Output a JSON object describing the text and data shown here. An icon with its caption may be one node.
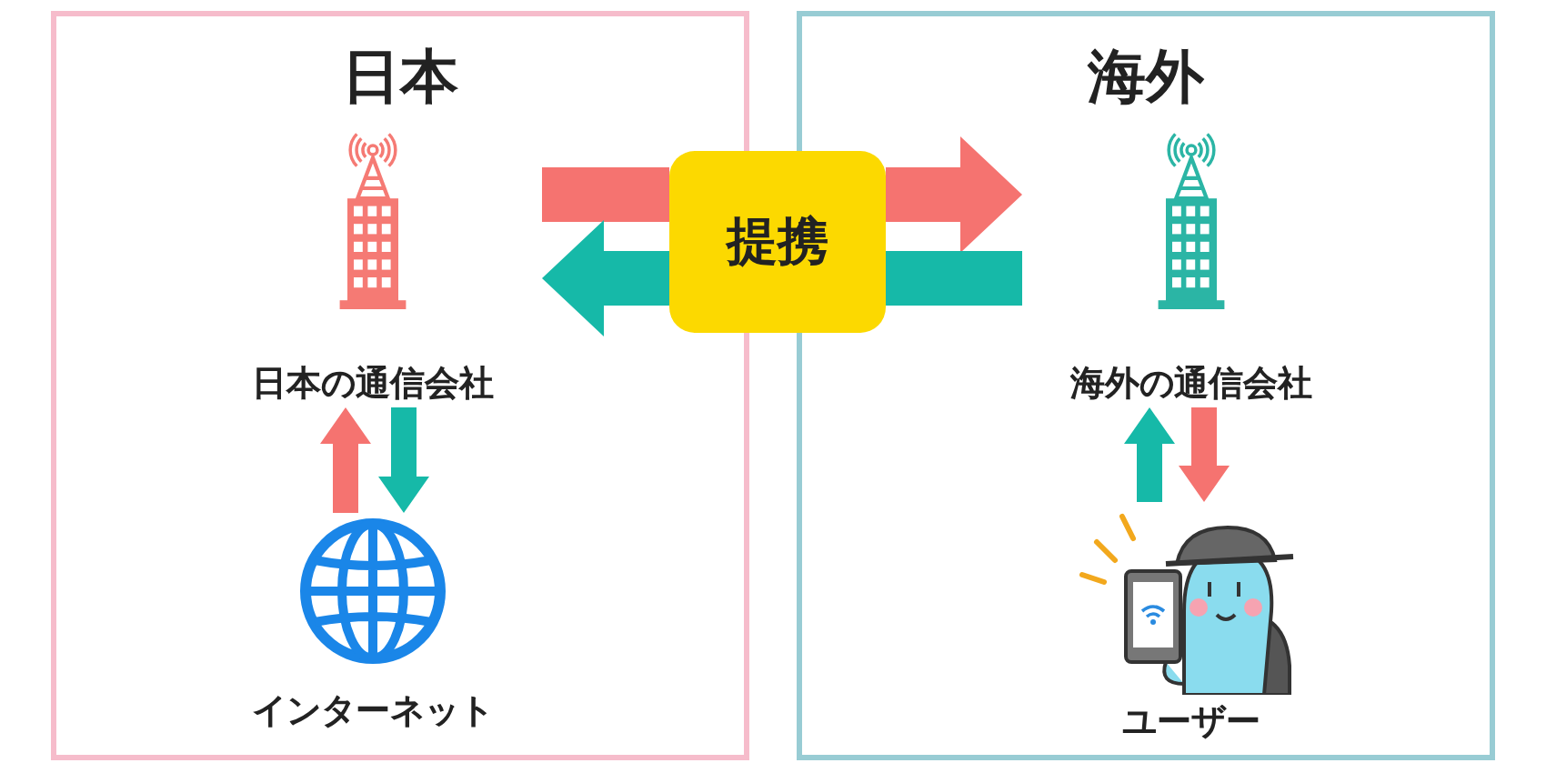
{
  "diagram": {
    "nodes": [
      {
        "text": [
          "日本"
        ]
      },
      {
        "text": [
          "日本の通信会社"
        ],
        "in": 0
      },
      {
        "text": [
          "インターネット"
        ],
        "in": 0
      },
      {
        "text": [
          "海外"
        ]
      },
      {
        "text": [
          "海外の通信会社"
        ],
        "in": 3
      },
      {
        "text": [
          "ユーザー"
        ],
        "in": 3
      },
      {
        "text": [
          "提携"
        ]
      }
    ],
    "edges": [
      {
        "from": 1,
        "to": 6,
        "arrow": "none",
        "style": "thick",
        "color": "#f57370"
      },
      {
        "from": 6,
        "to": 4,
        "arrow": "to",
        "style": "thick",
        "color": "#f57370"
      },
      {
        "from": 4,
        "to": 6,
        "arrow": "none",
        "style": "thick",
        "color": "#16b9a8"
      },
      {
        "from": 6,
        "to": 1,
        "arrow": "to",
        "style": "thick",
        "color": "#16b9a8"
      },
      {
        "from": 2,
        "to": 1,
        "arrow": "to",
        "style": "thick",
        "color": "#f57370"
      },
      {
        "from": 1,
        "to": 2,
        "arrow": "to",
        "style": "thick",
        "color": "#16b9a8"
      },
      {
        "from": 5,
        "to": 4,
        "arrow": "to",
        "style": "thick",
        "color": "#16b9a8"
      },
      {
        "from": 4,
        "to": 5,
        "arrow": "to",
        "style": "thick",
        "color": "#f57370"
      }
    ]
  }
}
